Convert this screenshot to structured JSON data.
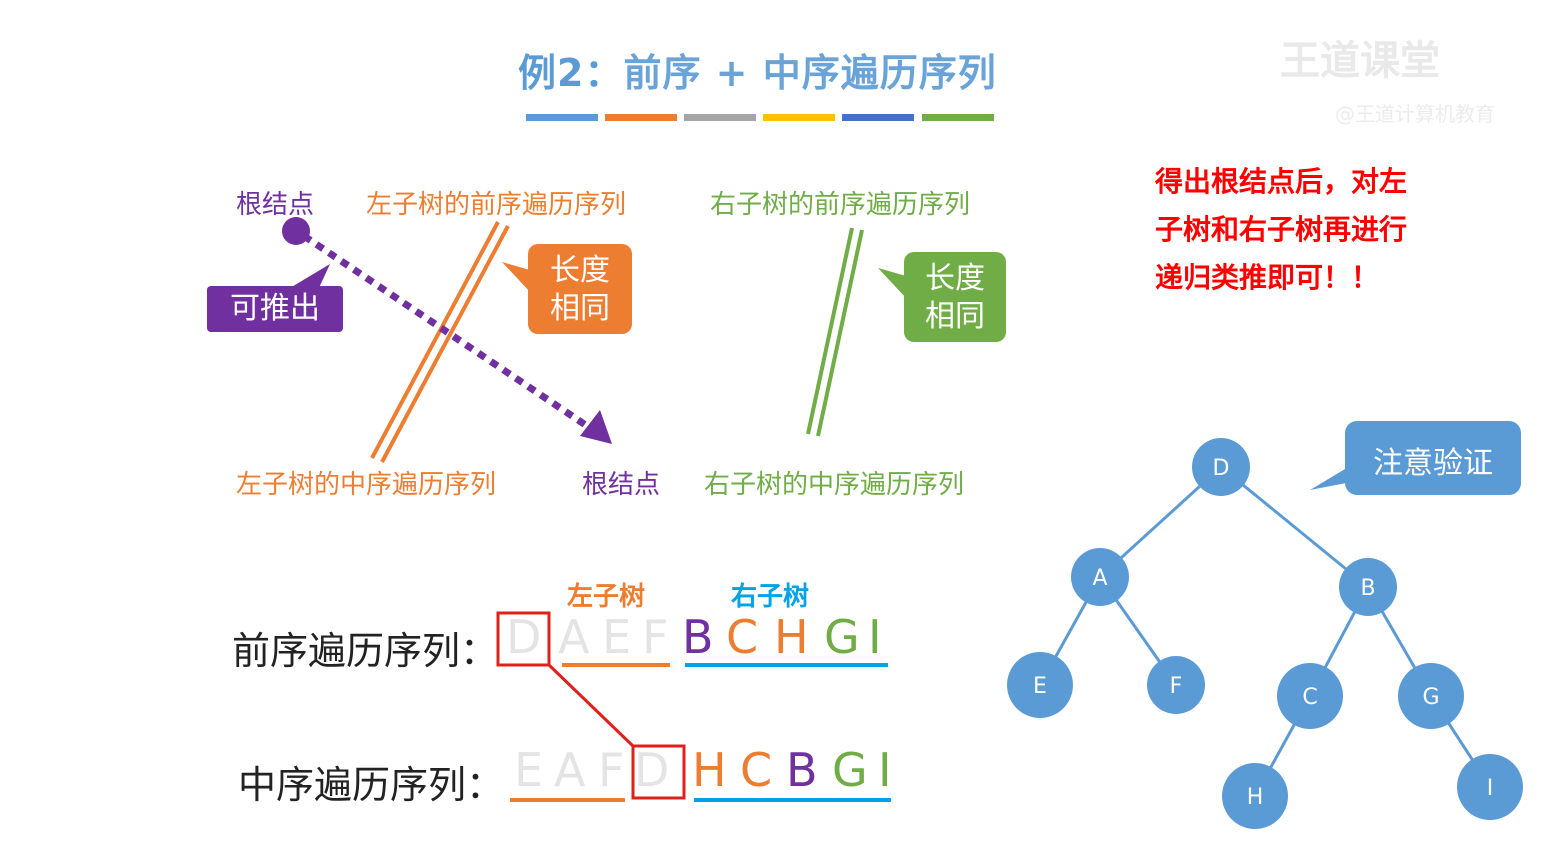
{
  "title": {
    "prefix": "例2：",
    "main": "前序 + 中序遍历序列"
  },
  "stripe_colors": [
    "#5b9bd5",
    "#ed7d31",
    "#a5a5a5",
    "#ffc000",
    "#4472c4",
    "#70ad47"
  ],
  "diagram": {
    "root_top": "根结点",
    "left_pre": "左子树的前序遍历序列",
    "right_pre": "右子树的前序遍历序列",
    "left_in": "左子树的中序遍历序列",
    "root_bottom": "根结点",
    "right_in": "右子树的中序遍历序列",
    "deduce_callout": "可推出",
    "left_callout_line1": "长度",
    "left_callout_line2": "相同",
    "right_callout_line1": "长度",
    "right_callout_line2": "相同"
  },
  "note": {
    "line1": "得出根结点后，对左",
    "line2": "子树和右子树再进行",
    "line3": "递归类推即可！！"
  },
  "watermark": {
    "brand": "王道课堂",
    "sub": "@王道计算机教育"
  },
  "sequences": {
    "left_sub_label": "左子树",
    "right_sub_label": "右子树",
    "preorder_label": "前序遍历序列：",
    "preorder": [
      "D",
      "A",
      "E",
      "F",
      "B",
      "C",
      "H",
      "G",
      "I"
    ],
    "inorder_label": "中序遍历序列：",
    "inorder": [
      "E",
      "A",
      "F",
      "D",
      "H",
      "C",
      "B",
      "G",
      "I"
    ]
  },
  "tree": {
    "callout": "注意验证",
    "nodes": [
      "D",
      "A",
      "B",
      "E",
      "F",
      "C",
      "G",
      "H",
      "I"
    ]
  },
  "colors": {
    "purple": "#7030a0",
    "orange": "#ed7d31",
    "green": "#70ad47",
    "blue_underline": "#00a2e8",
    "node_fill": "#5b9bd5",
    "highlight_red": "#e0201b"
  }
}
